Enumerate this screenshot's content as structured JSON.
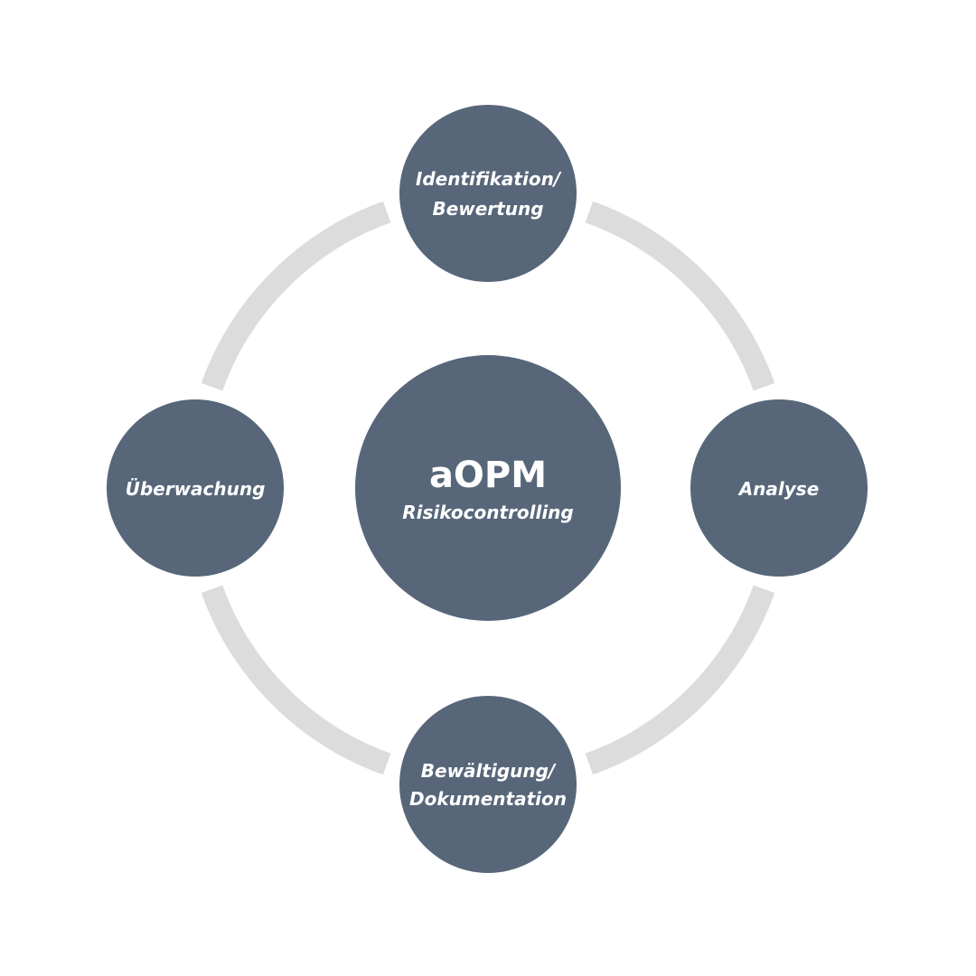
{
  "diagram": {
    "center": {
      "title": "aOPM",
      "subtitle": "Risikocontrolling"
    },
    "nodes": {
      "top": {
        "line1": "Identifikation/",
        "line2": "Bewertung"
      },
      "right": {
        "line1": "Analyse"
      },
      "bottom": {
        "line1": "Bewältigung/",
        "line2": "Dokumentation"
      },
      "left": {
        "line1": "Überwachung"
      }
    },
    "colors": {
      "node_fill": "#576679",
      "ring": "#dcdcdc",
      "background": "#ffffff",
      "text": "#ffffff"
    }
  }
}
